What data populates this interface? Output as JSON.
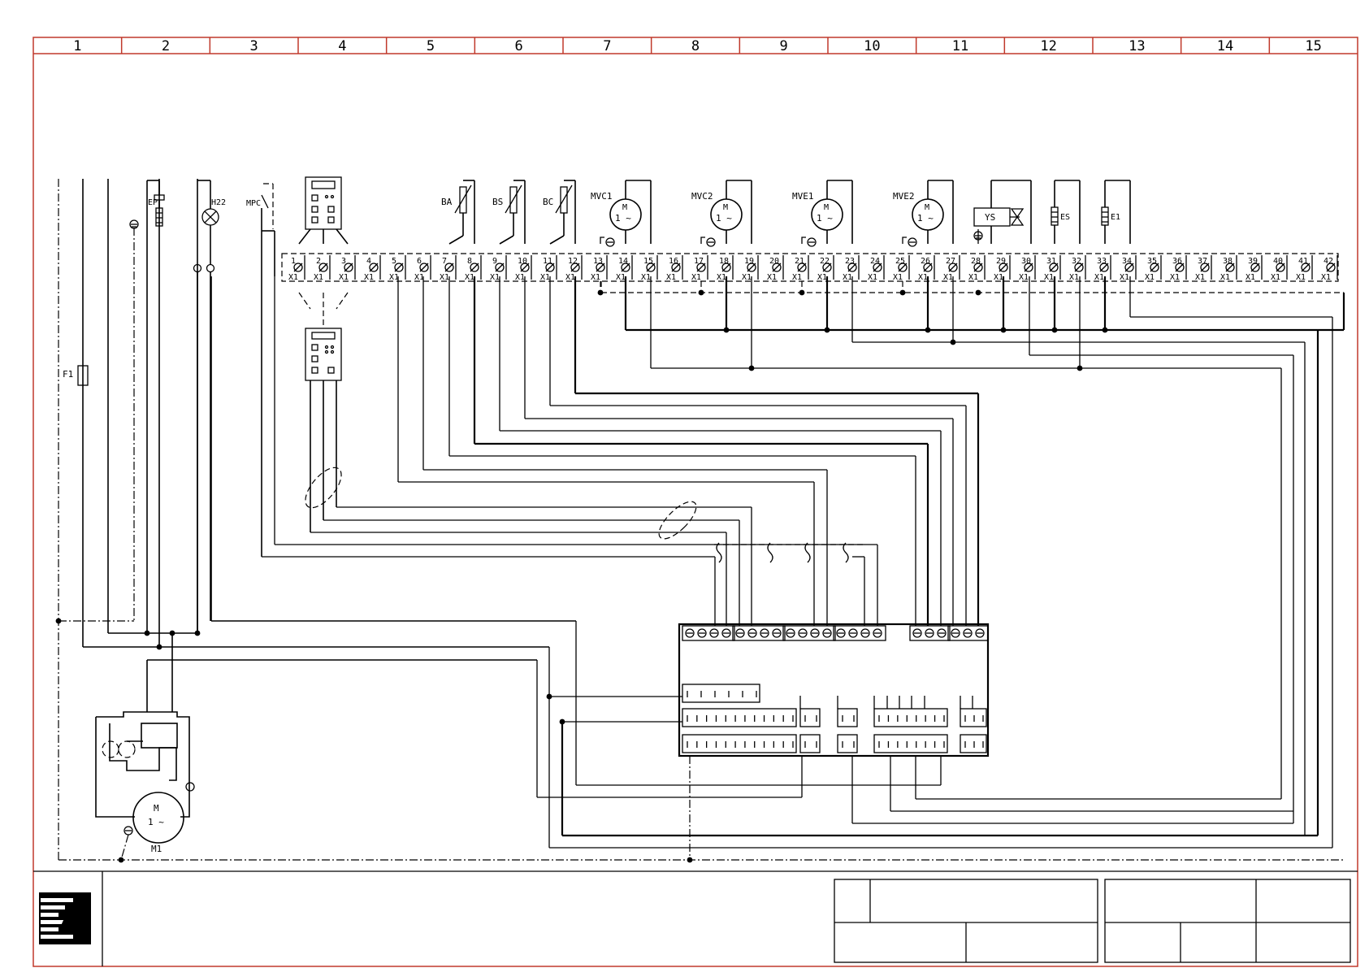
{
  "zones": [
    "1",
    "2",
    "3",
    "4",
    "5",
    "6",
    "7",
    "8",
    "9",
    "10",
    "11",
    "12",
    "13",
    "14",
    "15"
  ],
  "terminal_numbers": [
    "1",
    "2",
    "3",
    "4",
    "5",
    "6",
    "7",
    "8",
    "9",
    "10",
    "11",
    "12",
    "13",
    "14",
    "15",
    "16",
    "17",
    "18",
    "19",
    "20",
    "21",
    "22",
    "23",
    "24",
    "25",
    "26",
    "27",
    "28",
    "29",
    "30",
    "31",
    "32",
    "33",
    "34",
    "35",
    "36",
    "37",
    "38",
    "39",
    "40",
    "41",
    "42"
  ],
  "terminal_strip_label": "X1",
  "components": {
    "fuse": "F1",
    "heater": "EP",
    "lamp": "H22",
    "pressure_switch": "MPC",
    "probes": [
      "BA",
      "BS",
      "BC"
    ],
    "fans": [
      {
        "name": "MVC1",
        "symbol": "M",
        "subtitle": "1 ~"
      },
      {
        "name": "MVC2",
        "symbol": "M",
        "subtitle": "1 ~"
      },
      {
        "name": "MVE1",
        "symbol": "M",
        "subtitle": "1 ~"
      },
      {
        "name": "MVE2",
        "symbol": "M",
        "subtitle": "1 ~"
      }
    ],
    "solenoid": "YS",
    "resistors": [
      "ES",
      "E1"
    ],
    "compressor": {
      "name": "M1",
      "symbol": "M",
      "subtitle": "1 ~"
    }
  },
  "colors": {
    "frame": "#c0392b",
    "ink": "#000000",
    "paper": "#ffffff"
  },
  "title_block": {
    "logo": "company-logo"
  }
}
